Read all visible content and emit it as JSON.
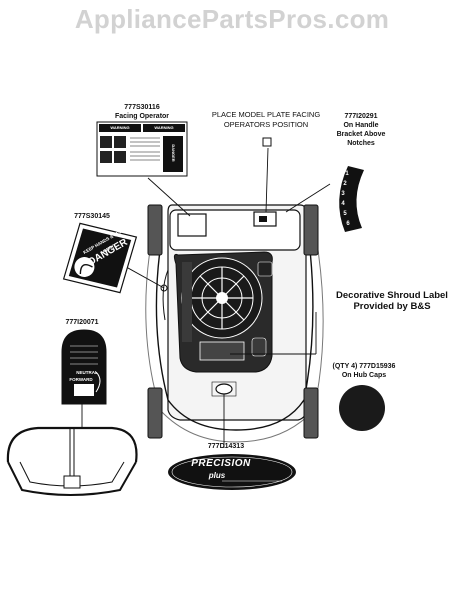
{
  "watermark": "AppliancePartsPros.com",
  "labels": {
    "l777s30116": {
      "part": "777S30116",
      "desc": "Facing Operator"
    },
    "place_model": {
      "line1": "PLACE MODEL PLATE FACING",
      "line2": "OPERATORS POSITION"
    },
    "l777i20291": {
      "part": "777I20291",
      "line1": "On Handle",
      "line2": "Bracket Above",
      "line3": "Notches"
    },
    "l777s30145": {
      "part": "777S30145"
    },
    "l777i20071": {
      "part": "777I20071"
    },
    "shroud": {
      "line1": "Decorative Shroud Label",
      "line2": "Provided by B&S"
    },
    "hubcaps": {
      "line1": "(QTY 4) 777D15936",
      "line2": "On Hub Caps"
    },
    "l777d14313": {
      "part": "777D14313"
    }
  },
  "decals": {
    "danger_word": "DANGER",
    "warning_word": "WARNING",
    "keep_hands": "KEEP HANDS & FEET AWAY",
    "neutral": "NEUTRAL",
    "forward": "FORWARD",
    "precision_word": "PRECISION",
    "plus_word": "plus",
    "notch_numbers": [
      "1",
      "2",
      "3",
      "4",
      "5",
      "6"
    ]
  },
  "colors": {
    "ink": "#111111",
    "watermark": "#d2d2d2",
    "grey": "#8a8a8a"
  }
}
